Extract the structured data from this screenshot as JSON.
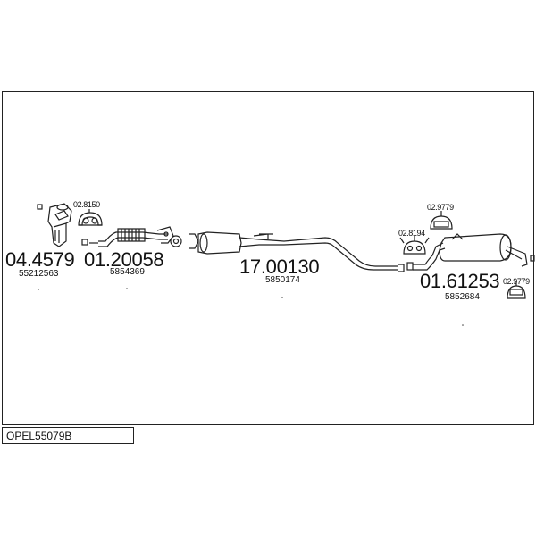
{
  "diagram": {
    "title": "OPEL55079B",
    "parts": [
      {
        "id": "catalyst",
        "part_no": "04.4579",
        "oem_no": "55212563"
      },
      {
        "id": "front-pipe",
        "part_no": "01.20058",
        "oem_no": "5854369"
      },
      {
        "id": "middle-silencer",
        "part_no": "17.00130",
        "oem_no": "5850174"
      },
      {
        "id": "rear-silencer",
        "part_no": "01.61253",
        "oem_no": "5852684"
      }
    ],
    "clamps": [
      {
        "id": "clamp-front",
        "part_no": "02.8150"
      },
      {
        "id": "hanger-rear-top",
        "part_no": "02.9779"
      },
      {
        "id": "hanger-rear-mid",
        "part_no": "02.8194"
      },
      {
        "id": "hanger-rear-end",
        "part_no": "02.9779"
      }
    ]
  }
}
